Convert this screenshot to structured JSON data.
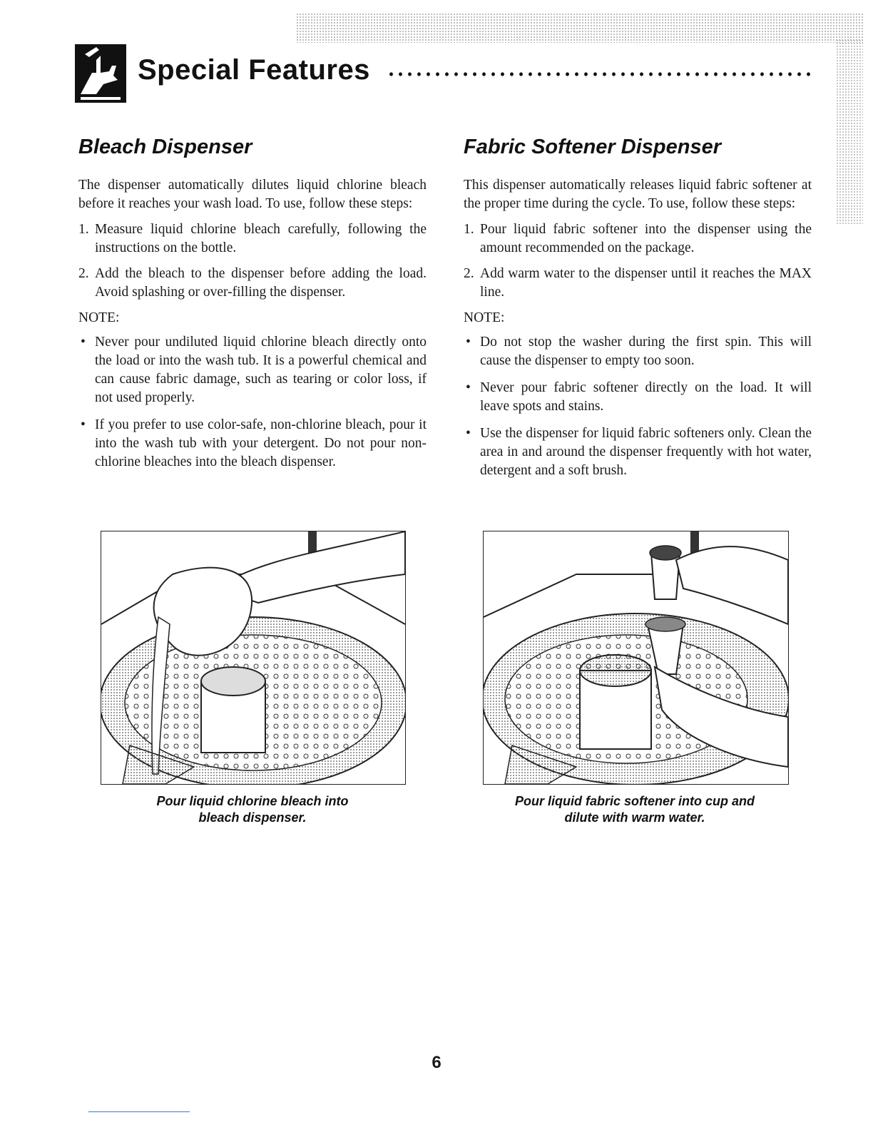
{
  "header": {
    "title": "Special Features",
    "icon": "hand-pointer-icon"
  },
  "bleach": {
    "heading": "Bleach Dispenser",
    "intro": "The dispenser automatically dilutes liquid chlorine bleach before it reaches your wash load. To use, follow these steps:",
    "steps": [
      {
        "num": "1.",
        "text": "Measure liquid chlorine bleach carefully, following the instructions on the bottle."
      },
      {
        "num": "2.",
        "text": "Add the bleach to the dispenser before adding the load. Avoid splashing or over-filling the dispenser."
      }
    ],
    "note_label": "NOTE:",
    "notes": [
      "Never pour undiluted liquid chlorine bleach directly onto the load or into the wash tub. It is a powerful chemical and can cause fabric damage, such as tearing or color loss, if not used properly.",
      "If you prefer to use color-safe, non-chlorine bleach, pour it into the wash tub with your detergent. Do not pour non-chlorine bleaches into the bleach dispenser."
    ],
    "caption_line1": "Pour liquid chlorine bleach into",
    "caption_line2": "bleach dispenser."
  },
  "softener": {
    "heading": "Fabric Softener Dispenser",
    "intro": "This dispenser automatically releases liquid fabric softener at the proper time during the cycle. To use, follow these steps:",
    "steps": [
      {
        "num": "1.",
        "text": "Pour liquid fabric softener into the dispenser using the amount recommended on the package."
      },
      {
        "num": "2.",
        "text": "Add warm water to the dispenser until it reaches the MAX line."
      }
    ],
    "note_label": "NOTE:",
    "notes": [
      "Do not stop the washer during the first spin. This will cause the dispenser to empty too soon.",
      "Never pour fabric softener directly on the load. It will leave spots and stains.",
      "Use the dispenser for liquid fabric softeners only. Clean the area in and around the dispenser frequently with hot water, detergent and a soft brush."
    ],
    "caption_line1": "Pour liquid fabric softener into cup and",
    "caption_line2": "dilute with warm water."
  },
  "bullet_char": "•",
  "page_number": "6"
}
